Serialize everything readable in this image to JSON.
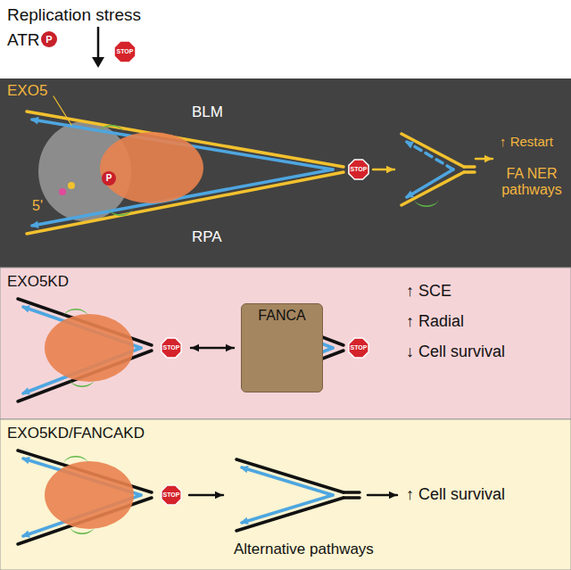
{
  "diagram": {
    "nodes": [
      {
        "text": [
          "EXO5KD"
        ]
      },
      {
        "text": [
          "FANCA"
        ],
        "in": 0
      },
      {
        "text": [
          "EXO5KD/FANCAKD"
        ]
      }
    ],
    "labels": [
      "Replication stress",
      "ATR",
      "P",
      "STOP",
      "EXO5",
      "BLM",
      "P",
      "5'",
      "RPA",
      "STOP",
      "FA NER pathways",
      "↑ Restart",
      "STOP",
      "STOP",
      "↑ SCE",
      "↑ Radial",
      "↓ Cell survival",
      "STOP",
      "Alternative pathways",
      "↑ Cell survival"
    ]
  }
}
